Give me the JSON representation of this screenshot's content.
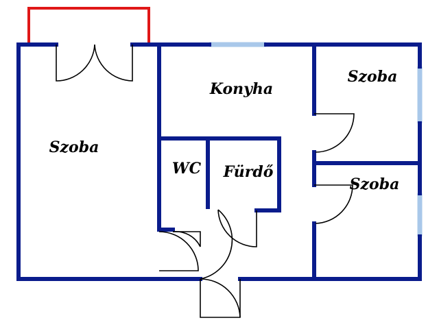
{
  "rooms": [
    {
      "id": "living",
      "label": "Szoba"
    },
    {
      "id": "kitchen",
      "label": "Konyha"
    },
    {
      "id": "room-top-right",
      "label": "Szoba"
    },
    {
      "id": "wc",
      "label": "WC"
    },
    {
      "id": "bathroom",
      "label": "Fürdő"
    },
    {
      "id": "room-bottom-right",
      "label": "Szoba"
    }
  ],
  "colors": {
    "wall": "#0a1c8c",
    "window": "#a9c8ea",
    "balcony": "#e01818",
    "door": "#000000",
    "background": "#ffffff"
  }
}
